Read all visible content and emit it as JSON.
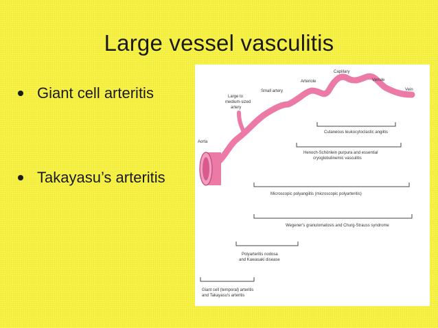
{
  "slide": {
    "title": "Large vessel vasculitis",
    "bullets": [
      "Giant cell arteritis",
      "Takayasu’s arteritis"
    ]
  },
  "diagram": {
    "vessel_labels": {
      "capillary": "Capillary",
      "arteriole": "Arteriole",
      "venule": "Venule",
      "small_artery": "Small artery",
      "vein": "Vein",
      "medium_artery_1": "Large to",
      "medium_artery_2": "medium-sized",
      "medium_artery_3": "artery",
      "aorta": "Aorta"
    },
    "ranges": [
      {
        "label": "Cutaneous leukocytoclastic angiitis"
      },
      {
        "label": "Henoch-Schönlein purpura and essential",
        "label2": "cryoglobulinemic vasculitis"
      },
      {
        "label": "Microscopic polyangiitis (microscopic polyarteritis)"
      },
      {
        "label": "Wegener's granulomatosis and Churg-Strauss syndrome"
      },
      {
        "label": "Polyarteritis nodosa",
        "label2": "and Kawasaki disease"
      },
      {
        "label": "Giant cell (temporal) arteritis",
        "label2": "and Takayasu's arteritis"
      }
    ],
    "colors": {
      "vessel": "#ec7aa6",
      "vessel_dark": "#c2467a",
      "bracket": "#444444"
    }
  }
}
